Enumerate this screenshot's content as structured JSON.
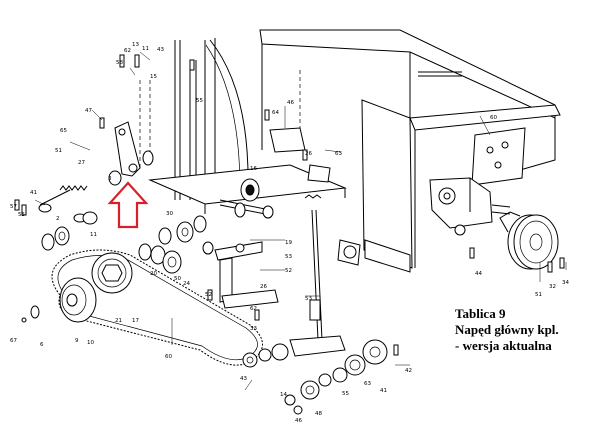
{
  "caption": {
    "line1": "Tablica 9",
    "line2": "Napęd główny kpl.",
    "line3": "- wersja aktualna"
  },
  "highlight_color": "#d8202a",
  "highlight_icon": "up-arrow-outline",
  "callouts": [
    "13",
    "11",
    "62",
    "43",
    "58",
    "15",
    "47",
    "65",
    "51",
    "27",
    "3",
    "41",
    "57",
    "55",
    "2",
    "11",
    "55",
    "46",
    "64",
    "63",
    "26",
    "60",
    "16",
    "30",
    "20",
    "50",
    "24",
    "19",
    "53",
    "52",
    "26",
    "52",
    "62",
    "53",
    "51",
    "32",
    "34",
    "44",
    "21",
    "17",
    "9",
    "10",
    "60",
    "6",
    "67",
    "43",
    "42",
    "46",
    "48",
    "33",
    "41",
    "63",
    "55",
    "14"
  ]
}
